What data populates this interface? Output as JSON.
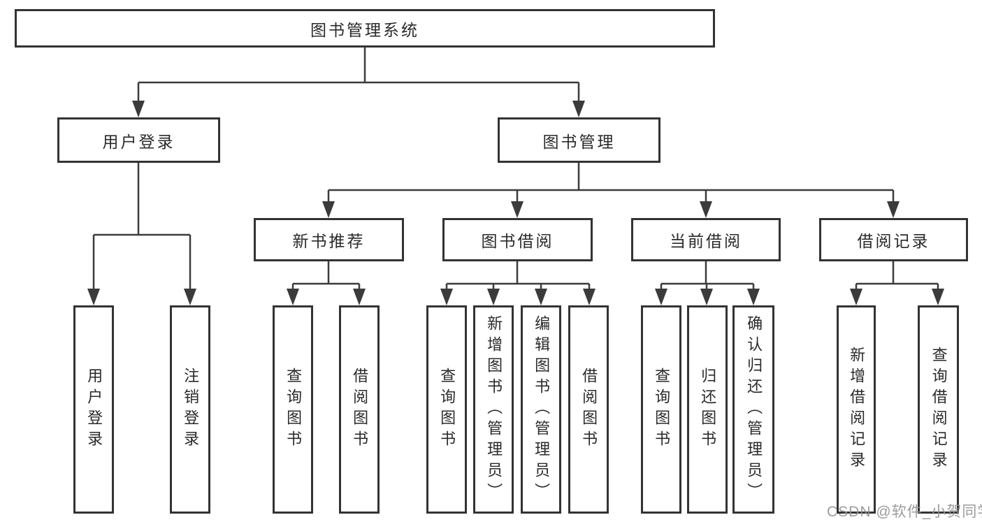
{
  "diagram": {
    "root": {
      "label": "图书管理系统"
    },
    "branches": [
      {
        "label": "用户登录",
        "children": [
          {
            "label": "用户登录"
          },
          {
            "label": "注销登录"
          }
        ]
      },
      {
        "label": "图书管理",
        "children": [
          {
            "label": "新书推荐",
            "children": [
              {
                "label": "查询图书"
              },
              {
                "label": "借阅图书"
              }
            ]
          },
          {
            "label": "图书借阅",
            "children": [
              {
                "label": "查询图书"
              },
              {
                "label": "新增图书（管理员）"
              },
              {
                "label": "编辑图书（管理员）"
              },
              {
                "label": "借阅图书"
              }
            ]
          },
          {
            "label": "当前借阅",
            "children": [
              {
                "label": "查询图书"
              },
              {
                "label": "归还图书"
              },
              {
                "label": "确认归还（管理员）"
              }
            ]
          },
          {
            "label": "借阅记录",
            "children": [
              {
                "label": "新增借阅记录"
              },
              {
                "label": "查询借阅记录"
              }
            ]
          }
        ]
      }
    ]
  },
  "watermark": {
    "text": "CSDN @软件_小贺同学"
  },
  "colors": {
    "line": "#3b3b3b",
    "border": "#333333",
    "text": "#2a2a2a",
    "watermark": "#949494",
    "background": "#ffffff"
  }
}
